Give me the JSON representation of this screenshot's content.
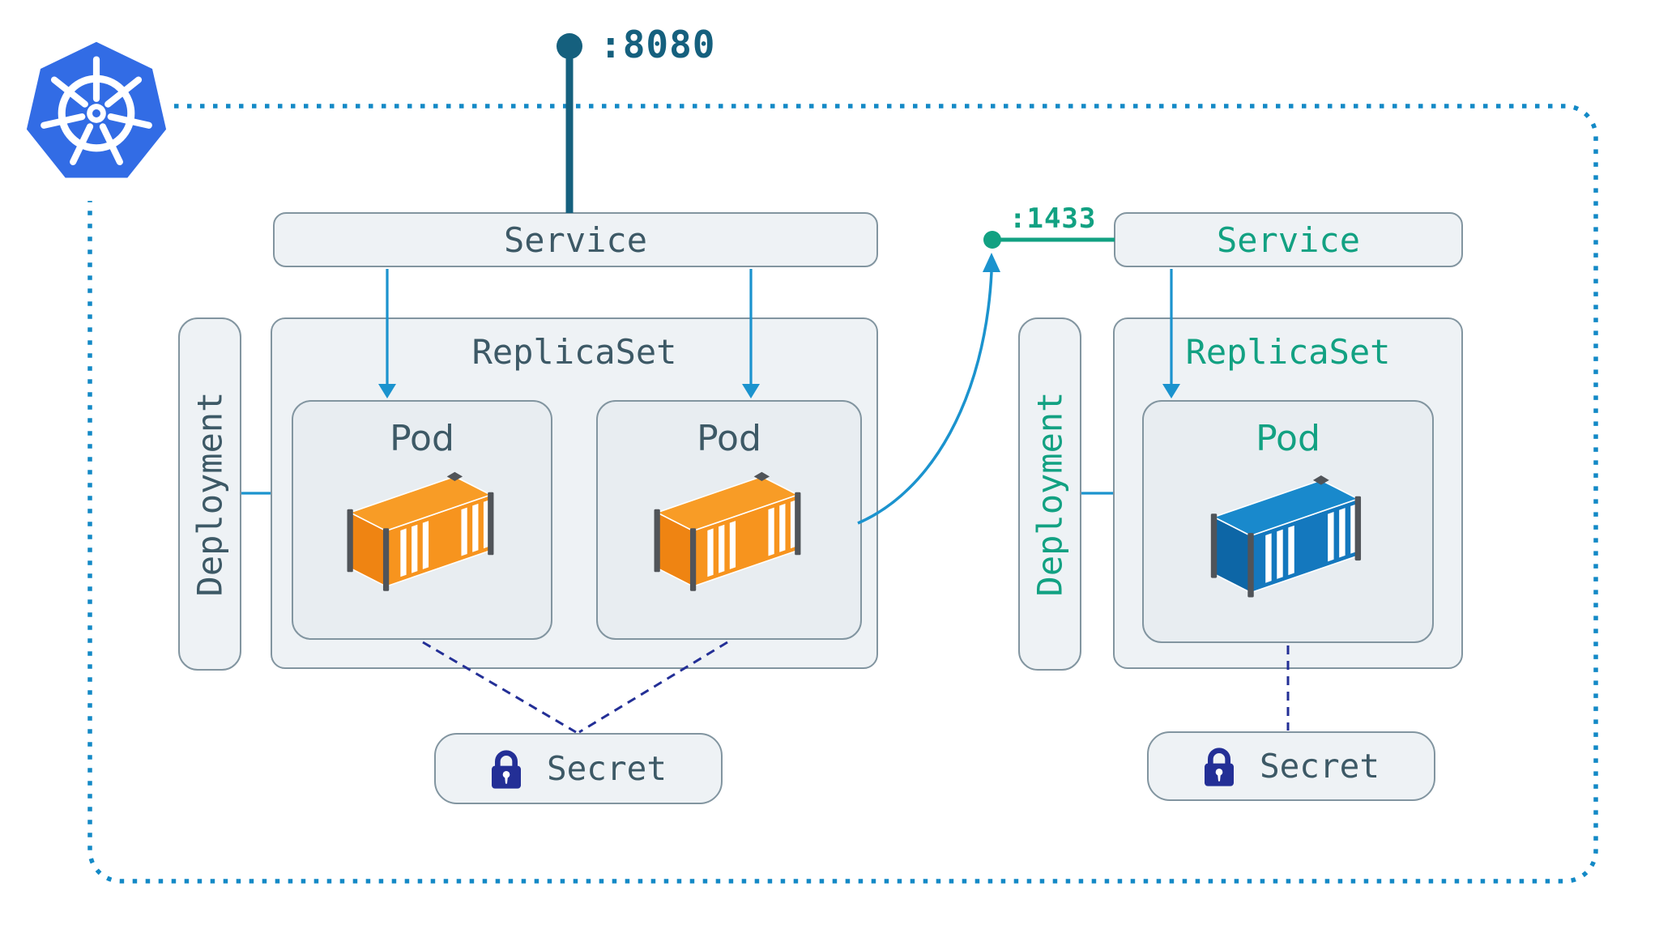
{
  "cluster": {
    "platform": "Kubernetes",
    "logo_icon": "kubernetes-logo",
    "boundary_style": "dotted"
  },
  "ingress": {
    "port_label": ":8080"
  },
  "db_link": {
    "port_label": ":1433"
  },
  "web_tier": {
    "service": "Service",
    "deployment": "Deployment",
    "replicaset": "ReplicaSet",
    "pods": [
      {
        "label": "Pod"
      },
      {
        "label": "Pod"
      }
    ],
    "secret": "Secret",
    "container_color": "#F68C1E"
  },
  "db_tier": {
    "service": "Service",
    "deployment": "Deployment",
    "replicaset": "ReplicaSet",
    "pods": [
      {
        "label": "Pod"
      }
    ],
    "secret": "Secret",
    "container_color": "#1478BE"
  },
  "icons": {
    "secret_icon": "lock-icon",
    "pod_content_icon": "container-icon",
    "cluster_icon": "kubernetes-logo-icon"
  },
  "colors": {
    "k8s-blue": "#326CE5",
    "boundary-blue": "#1389C6",
    "arrow-blue": "#1B93CE",
    "port-dark": "#15607E",
    "ink": "#3D5966",
    "green": "#12A182",
    "navy": "#232F96",
    "box-fill": "#EEF2F5",
    "pod-fill": "#E8EDF1",
    "box-border": "#8295A0"
  }
}
